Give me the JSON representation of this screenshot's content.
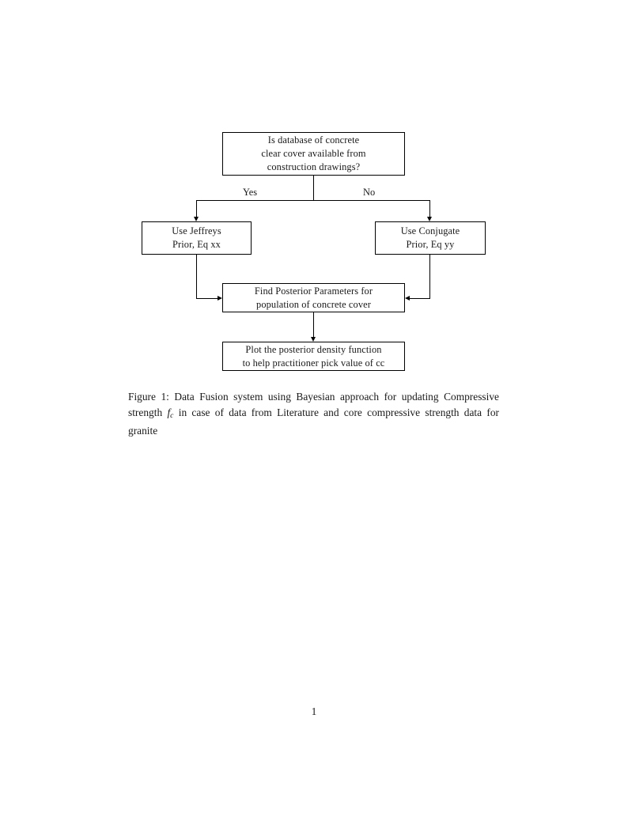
{
  "document": {
    "page_number": "1",
    "background_color": "#ffffff",
    "text_color": "#1a1a1a"
  },
  "figure": {
    "caption_prefix": "Figure 1:",
    "caption_part1": " Data Fusion system using Bayesian approach for updating Compressive strength ",
    "caption_math_f": "f",
    "caption_math_sub": "c",
    "caption_part2": " in case of data from Literature and core compressive strength data for granite",
    "caption_full": "Figure 1: Data Fusion system using Bayesian approach for updating Compressive strength fc in case of data from Literature and core compressive strength data for granite"
  },
  "flowchart": {
    "nodes": [
      {
        "id": "question",
        "lines": [
          "Is database of concrete",
          "clear cover available from",
          "construction drawings?"
        ]
      },
      {
        "id": "jeffreys",
        "lines": [
          "Use Jeffreys",
          "Prior, Eq xx"
        ]
      },
      {
        "id": "conjugate",
        "lines": [
          "Use Conjugate",
          "Prior, Eq yy"
        ]
      },
      {
        "id": "posterior",
        "lines": [
          "Find Posterior Parameters for",
          "population of concrete cover"
        ]
      },
      {
        "id": "plot",
        "lines": [
          "Plot the posterior density function",
          "to help practitioner pick value of cc"
        ]
      }
    ],
    "edge_labels": {
      "yes": "Yes",
      "no": "No"
    },
    "line_color": "#000000"
  }
}
